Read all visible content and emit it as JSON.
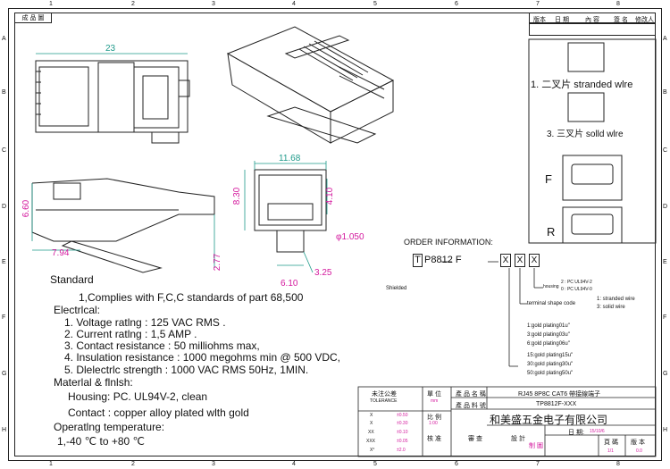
{
  "sheet": {
    "title_box": "成 品 圖",
    "col_marks": [
      "1",
      "2",
      "3",
      "4",
      "5",
      "6",
      "7",
      "8"
    ],
    "row_marks": [
      "A",
      "B",
      "C",
      "D",
      "E",
      "F",
      "G",
      "H"
    ]
  },
  "revision": {
    "headers": [
      "版本",
      "日 期",
      "內  容",
      "簽 名",
      "修改人"
    ]
  },
  "options": [
    {
      "label": "1. 二叉片  stranded wlre"
    },
    {
      "label": "3. 三叉片  solld wlre"
    },
    {
      "label": "F"
    },
    {
      "label": "R"
    }
  ],
  "dims": {
    "d23": "23",
    "d1168": "11.68",
    "d830": "8.30",
    "d410": "4.10",
    "d660": "6.60",
    "d794": "7.94",
    "d277": "2.77",
    "d105": "φ1.050",
    "d325": "3.25",
    "d610": "6.10"
  },
  "order": {
    "title": "ORDER INFORMATION:",
    "code_prefix": "T",
    "code_main": "P8812 F",
    "boxes": [
      "X",
      "X",
      "X"
    ],
    "housing_2": "2 : PC UL94V-2",
    "housing_0": "0 : PC UL94V-0",
    "housing_label": "housing",
    "terminal_label": "terminal shape code",
    "terminal_1": "1: stranded wire",
    "terminal_3": "3: solid wire",
    "shielded": "Shielded",
    "plating": [
      "1:gold plating01u\"",
      "3:gold plating03u\"",
      "6:gold plating06u\"",
      "15:gold plating15u\"",
      "30:gold plating30u\"",
      "50:gold plating50u\""
    ]
  },
  "specs": {
    "standard": "Standard",
    "std1": "1,Complies with F,C,C standards of part 68,500",
    "electrical": "Electrlcal:",
    "e1": "1. Voltage ratlng        : 125 VAC RMS .",
    "e2": "2. Current ratlng        : 1,5 AMP .",
    "e3": "3. Contact resistance    : 50 milliohms max,",
    "e4": "4. Insulation resistance  : 1000 megohms min @ 500 VDC,",
    "e5": "5. Dlelectrlc strength  : 1000 VAC RMS 50Hz, 1MIN.",
    "material": "Materlal & flnlsh:",
    "m1": "Housing: PC. UL94V-2, clean",
    "m2": "Contact : copper alloy plated wlth gold",
    "optemp": "Operatlng temperature:",
    "t1": "1,-40 ℃ to +80 ℃"
  },
  "titleblock": {
    "tol_title": "未注公差",
    "tol_sub": "TOLERANCE",
    "tol_rows": [
      [
        "X",
        "±0.50"
      ],
      [
        "X",
        "±0.30"
      ],
      [
        "XX",
        "±0.10"
      ],
      [
        "XXX",
        "±0.05"
      ],
      [
        "X°",
        "±2.0"
      ]
    ],
    "unit_label": "單 位",
    "unit_val": "mm",
    "scale_label": "比 例",
    "scale_val": "1:00",
    "name_label": "產 品 名 稱",
    "name_val": "RJ45 8P8C CAT6 帶接線端子",
    "part_label": "產 品 料 號",
    "part_val": "TP8812F-XXX",
    "company": "和美盛五金电子有限公司",
    "check": "核 准",
    "review": "審 查",
    "design": "設 計",
    "drawn": "制 圖",
    "date_label": "日 期:",
    "date_val": "15/10/6",
    "sheet_label": "頁 碼",
    "sheet_val": "1/1",
    "ver_label": "版 本",
    "ver_val": "0.0"
  }
}
